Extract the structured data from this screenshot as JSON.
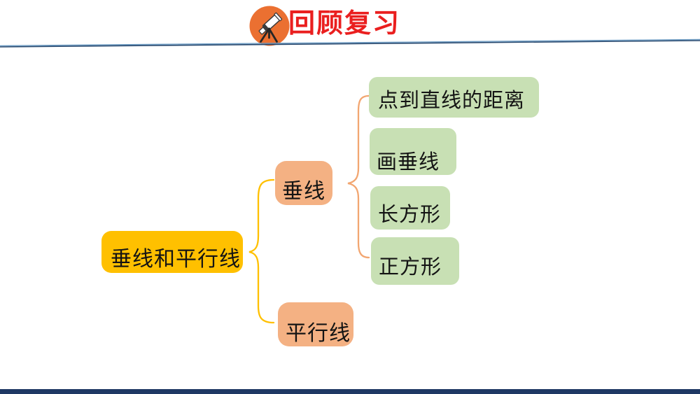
{
  "header": {
    "title": "回顾复习",
    "title_color": "#EA1F1F",
    "icon": "telescope-icon",
    "icon_bg_color": "#EB7031",
    "divider_color": "#3C6E9F"
  },
  "mindmap": {
    "root": {
      "label": "垂线和平行线",
      "bg_color": "#FFC000"
    },
    "branches": [
      {
        "label": "垂线",
        "bg_color": "#F4B183",
        "children": [
          "点到直线的距离",
          "画垂线",
          "长方形",
          "正方形"
        ]
      },
      {
        "label": "平行线",
        "bg_color": "#F4B183",
        "children": []
      }
    ],
    "leaf_bg_color": "#C8E0B4",
    "left_brace_color": "#FFC000",
    "right_brace_color": "#F2A671"
  },
  "footer": {
    "bar_color": "#1F3864"
  }
}
